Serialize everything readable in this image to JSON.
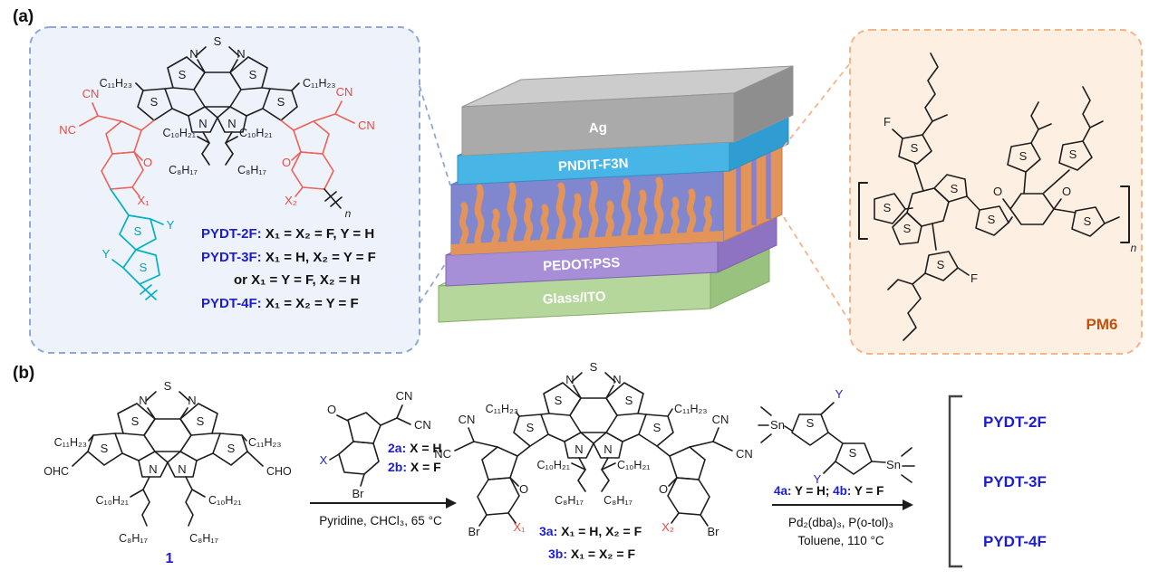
{
  "atoms": {
    "S": "S",
    "N": "N",
    "O": "O",
    "F": "F",
    "Y": "Y",
    "n": "n",
    "CN": "CN",
    "NC": "NC",
    "Br": "Br",
    "Sn": "Sn",
    "X": "X",
    "X1": "X₁",
    "X2": "X₂"
  },
  "chains": {
    "C11H23": "C₁₁H₂₃",
    "C10H21": "C₁₀H₂₁",
    "C8H17": "C₈H₁₇",
    "OHC": "OHC",
    "CHO": "CHO"
  },
  "panel_a": {
    "tag": "(a)",
    "variants": [
      {
        "name": "PYDT-2F:",
        "rule": " X₁ = X₂ = F, Y = H"
      },
      {
        "name": "PYDT-3F:",
        "rule": " X₁ = H, X₂ = Y = F"
      },
      {
        "name": "",
        "rule": "or X₁ = Y = F, X₂ = H"
      },
      {
        "name": "PYDT-4F:",
        "rule": " X₁ = X₂ = Y = F"
      }
    ],
    "device": {
      "layers": [
        "Ag",
        "PNDIT-F3N",
        "PEDOT:PSS",
        "Glass/ITO"
      ]
    },
    "donor": {
      "name": "PM6"
    }
  },
  "panel_b": {
    "tag": "(b)",
    "compound1": "1",
    "reagent2": {
      "a": "2a:",
      "a_rule": " X = H",
      "b": "2b:",
      "b_rule": " X = F"
    },
    "step1": "Pyridine, CHCl₃, 65 °C",
    "compound3": {
      "a": "3a:",
      "a_rule": " X₁ = H, X₂ = F",
      "b": "3b:",
      "b_rule": " X₁ = X₂ = F"
    },
    "reagent4": {
      "a": "4a:",
      "a_rule": " Y = H;  ",
      "b": "4b:",
      "b_rule": " Y = F"
    },
    "step2_line1": "Pd₂(dba)₃, P(o-tol)₃",
    "step2_line2": "Toluene, 110 °C",
    "products": [
      "PYDT-2F",
      "PYDT-3F",
      "PYDT-4F"
    ]
  }
}
